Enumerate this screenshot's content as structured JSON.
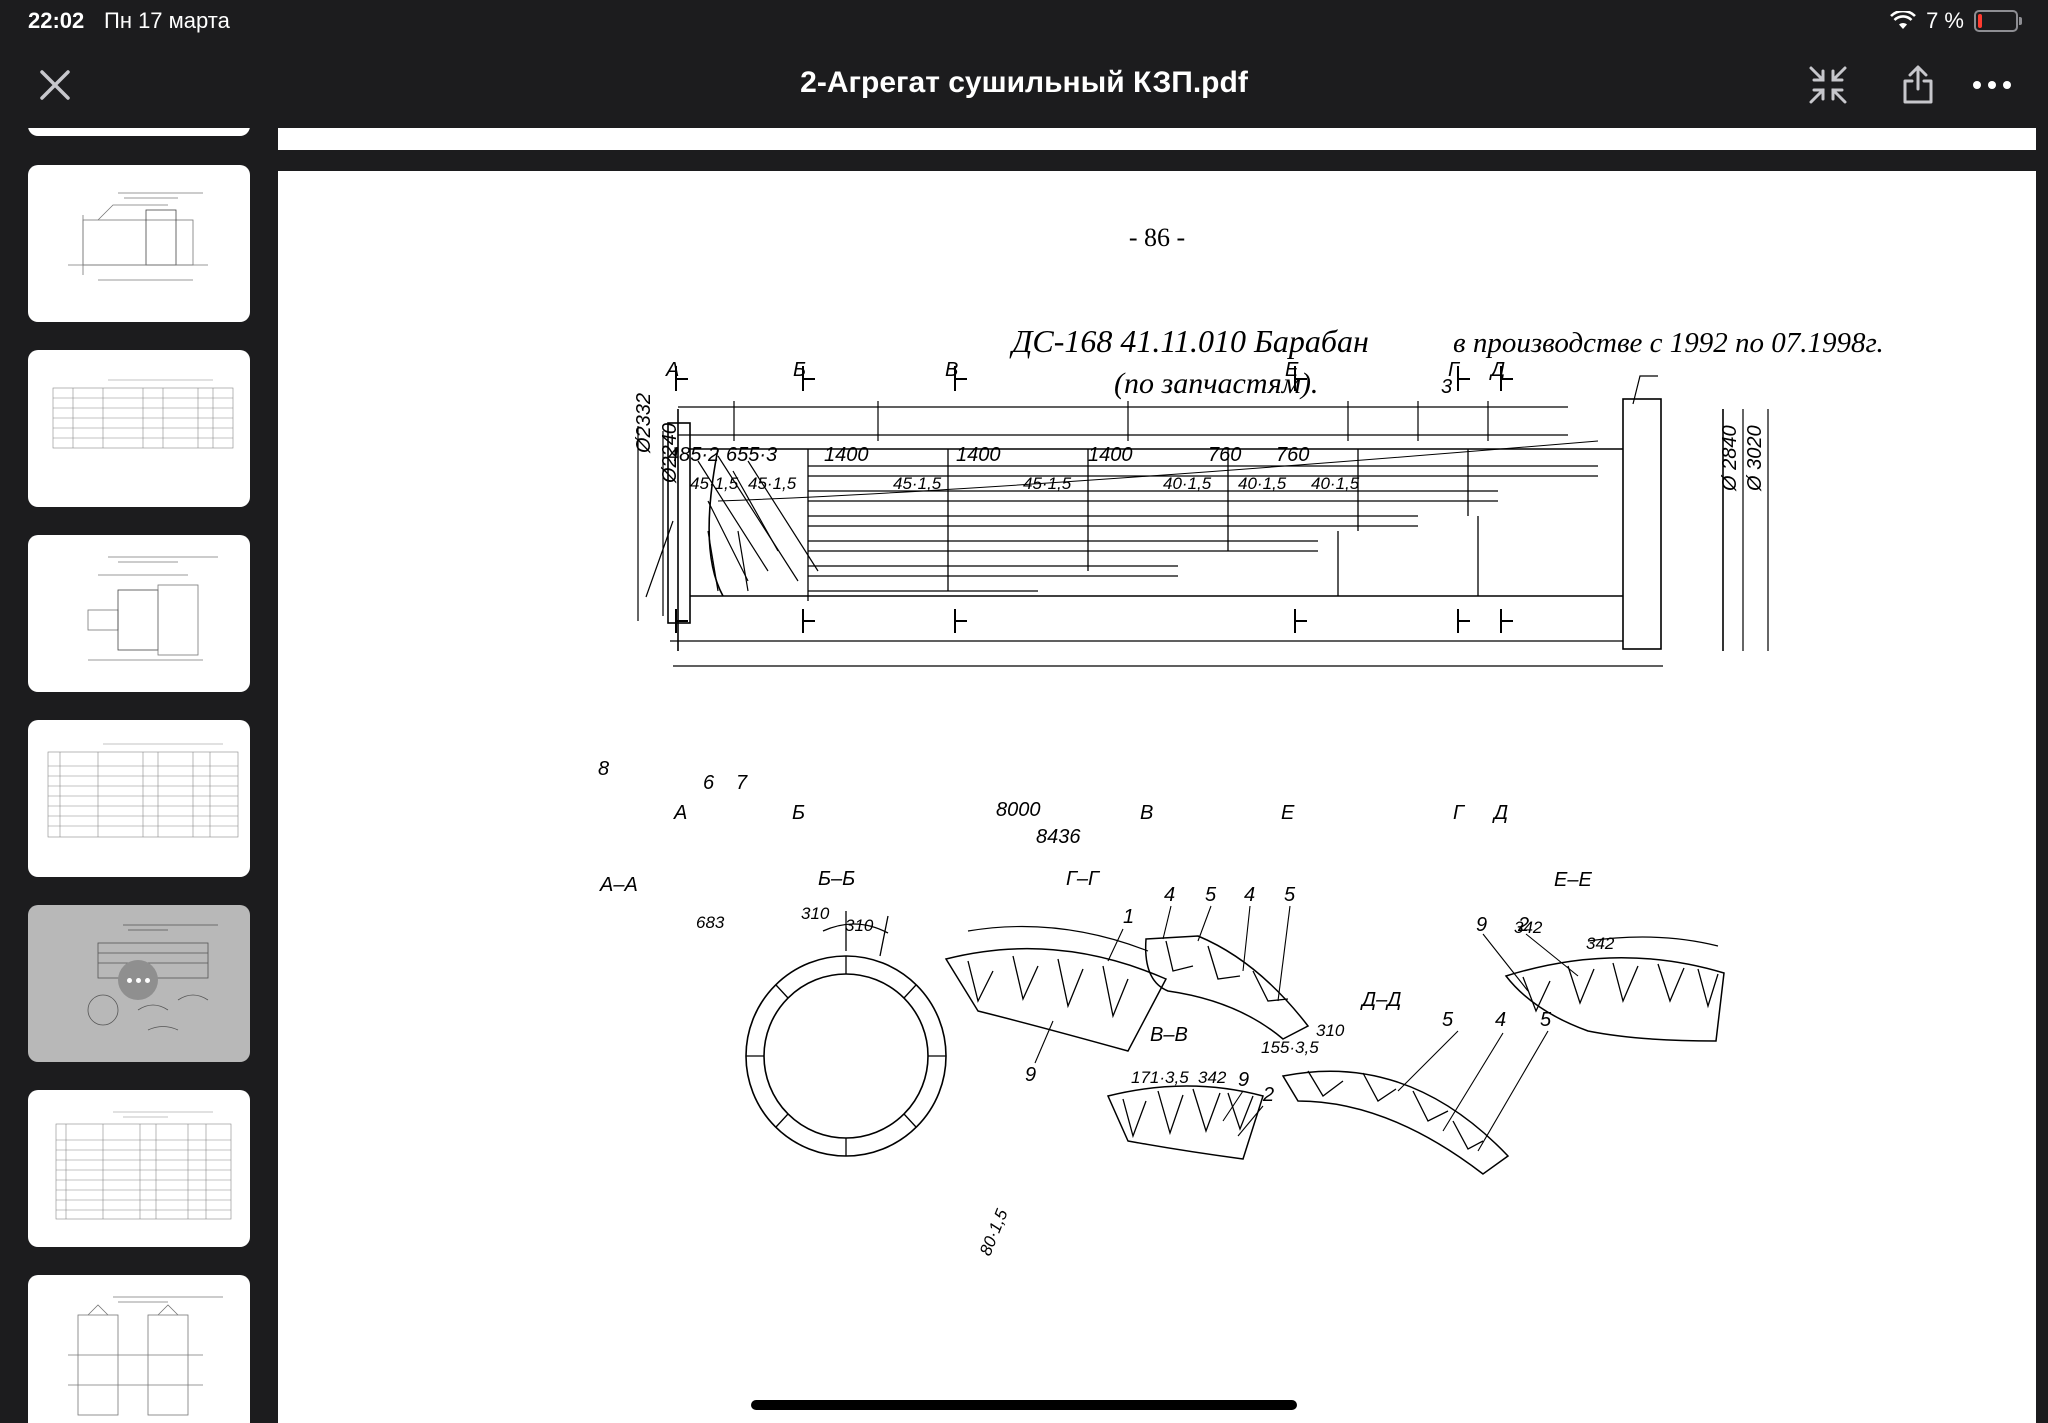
{
  "status_bar": {
    "time": "22:02",
    "date": "Пн 17 марта",
    "battery": "7 %"
  },
  "nav": {
    "title": "2-Агрегат сушильный КЗП.pdf",
    "close_icon": "close-icon",
    "collapse_icon": "collapse-icon",
    "share_icon": "share-icon",
    "more_icon": "more-icon"
  },
  "document": {
    "page_number": "- 86 -",
    "title": "ДС-168 41.11.010 Барабан",
    "period": "в производстве с 1992   по 07.1998г.",
    "subtitle": "(по запчастям).",
    "drawing": {
      "section_marks": [
        "А",
        "Б",
        "В",
        "Е",
        "Г",
        "Д"
      ],
      "top_dims": [
        "485·2",
        "655·3",
        "1400",
        "1400",
        "1400",
        "760",
        "760"
      ],
      "pitch_dims": [
        "45·1,5",
        "45·1,5",
        "45·1,5",
        "45·1,5",
        "40·1,5",
        "40·1,5",
        "40·1,5"
      ],
      "diameters": [
        "Ø2332",
        "Ø2240",
        "Ø 2840",
        "Ø 3020"
      ],
      "lengths": [
        "8000",
        "8436"
      ],
      "callouts": [
        "3",
        "8",
        "6",
        "7"
      ],
      "sections": {
        "aa": {
          "label": "А–А",
          "dims": [
            "683"
          ]
        },
        "bb": {
          "label": "Б–Б",
          "dims": [
            "310",
            "310",
            "80·1,5"
          ],
          "callouts": [
            "1",
            "9"
          ]
        },
        "gg": {
          "label": "Г–Г",
          "callouts": [
            "4",
            "5",
            "4",
            "5"
          ]
        },
        "vv": {
          "label": "В–В",
          "dims": [
            "171·3,5",
            "342"
          ],
          "callouts": [
            "9",
            "2"
          ]
        },
        "dd": {
          "label": "Д–Д",
          "dims": [
            "155·3,5",
            "310"
          ],
          "callouts": [
            "5",
            "4",
            "5"
          ]
        },
        "ee": {
          "label": "Е–Е",
          "dims": [
            "342",
            "342"
          ],
          "callouts": [
            "9",
            "2"
          ]
        }
      }
    }
  }
}
